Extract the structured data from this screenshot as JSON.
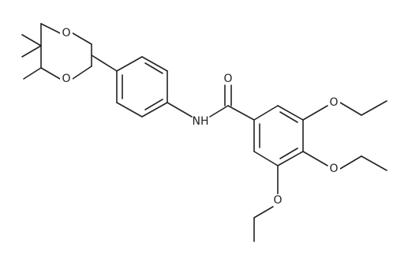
{
  "atoms": {
    "o_ring_top": "O",
    "o_ring_bottom": "O",
    "amide_n": "NH",
    "carbonyl_o": "O",
    "ether_o_upper": "O",
    "ether_o_middle": "O",
    "ether_o_lower": "O"
  }
}
